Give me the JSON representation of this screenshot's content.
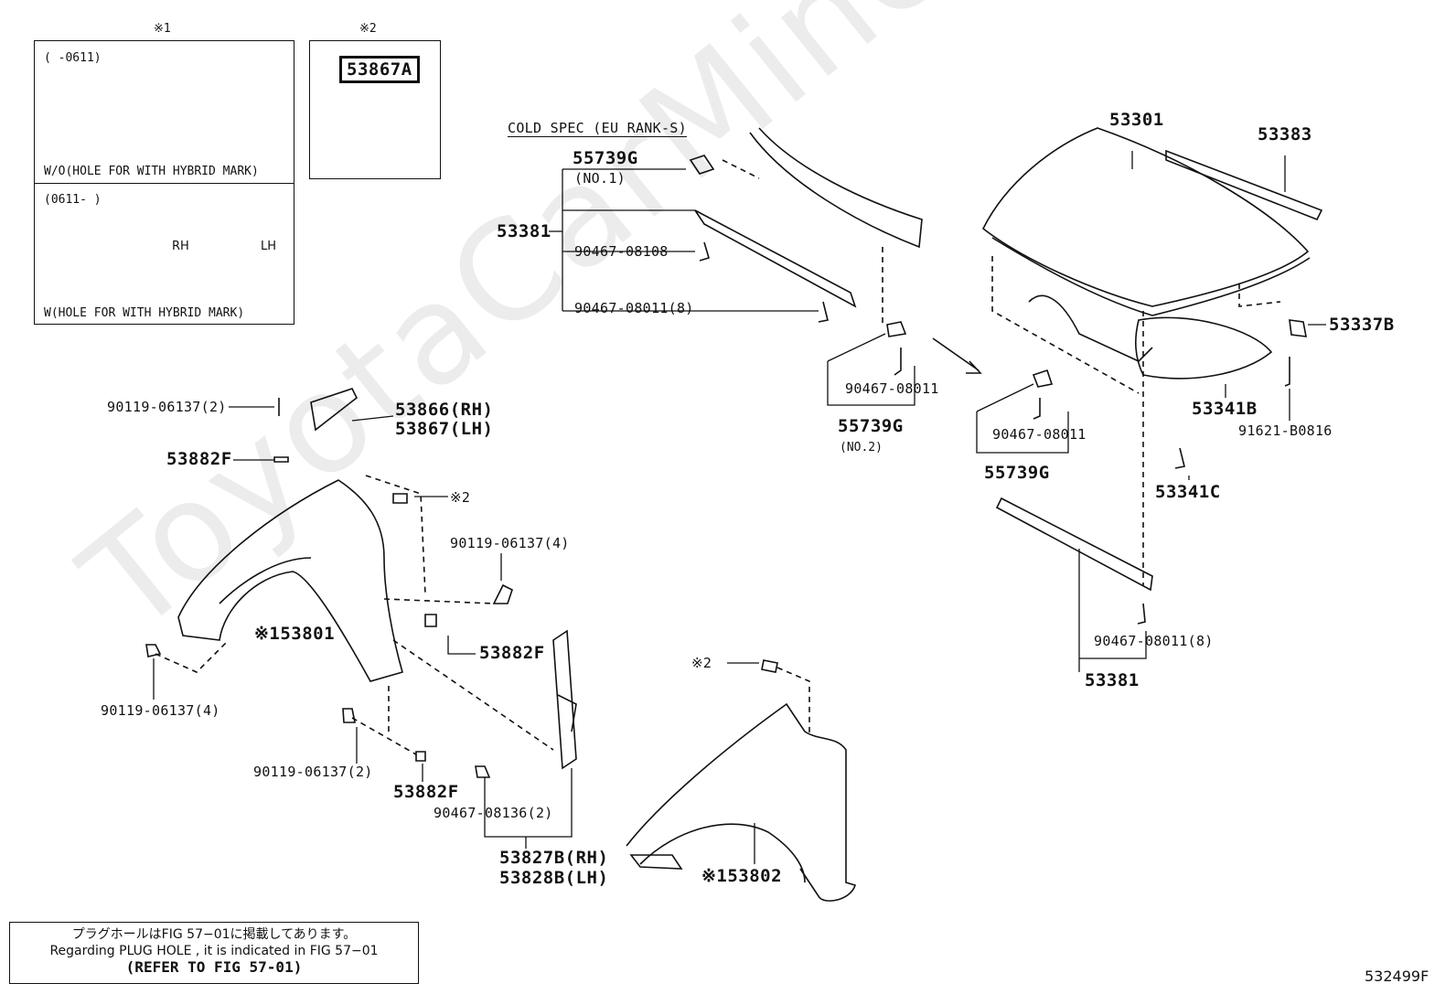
{
  "watermark": "ToyotaCarMiner.ru",
  "figure_code": "532499F",
  "inset1": {
    "mark": "※1",
    "range_top": "(     -0611)",
    "caption_top": "W/O(HOLE FOR WITH HYBRID MARK)",
    "range_bottom": "(0611-     )",
    "rh": "RH",
    "lh": "LH",
    "caption_bottom": "W(HOLE FOR WITH HYBRID MARK)"
  },
  "inset2": {
    "mark": "※2",
    "part": "53867A"
  },
  "cold_spec": "COLD SPEC (EU RANK-S)",
  "labels": {
    "p55739g_a": "55739G",
    "no1": "(NO.1)",
    "p53381_a": "53381",
    "p90467_08108": "90467-08108",
    "p90467_08011_8a": "90467-08011(8)",
    "p90467_08011_a": "90467-08011",
    "p55739g_b": "55739G",
    "no2": "(NO.2)",
    "p53301": "53301",
    "p53383": "53383",
    "p53337b": "53337B",
    "p53341b": "53341B",
    "p91621": "91621-B0816",
    "p90467_08011_b": "90467-08011",
    "p55739g_c": "55739G",
    "p53341c": "53341C",
    "p90467_08011_8b": "90467-08011(8)",
    "p53381_b": "53381",
    "p90119_2a": "90119-06137(2)",
    "p53866": "53866(RH)",
    "p53867": "53867(LH)",
    "p53882f_a": "53882F",
    "star2_a": "※2",
    "p90119_4a": "90119-06137(4)",
    "p53801": "※153801",
    "p53882f_b": "53882F",
    "p90119_4b": "90119-06137(4)",
    "p90119_2b": "90119-06137(2)",
    "p53882f_c": "53882F",
    "p90467_08136": "90467-08136(2)",
    "p53827b": "53827B(RH)",
    "p53828b": "53828B(LH)",
    "star2_b": "※2",
    "p53802": "※153802"
  },
  "note": {
    "line1": "プラグホールはFIG 57−01に掲載してあります。",
    "line2": "Regarding  PLUG  HOLE , it is indicated in FIG  57−01",
    "line3": "(REFER TO FIG 57-01)"
  }
}
